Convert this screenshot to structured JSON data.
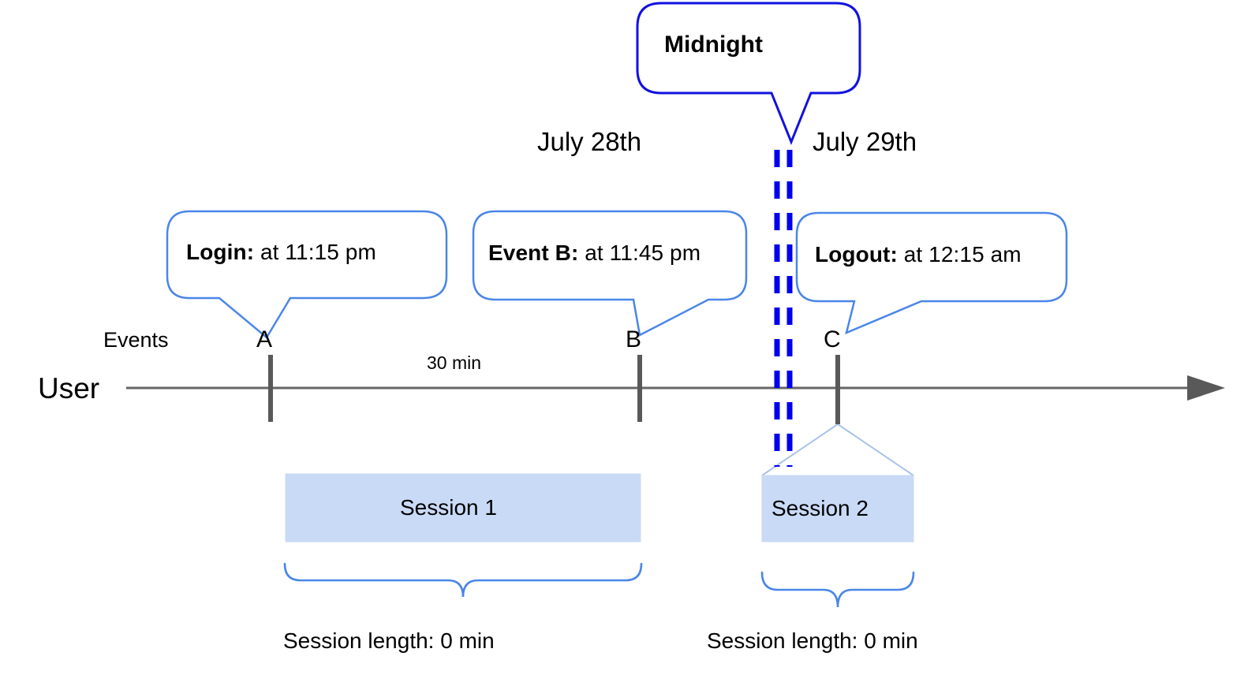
{
  "diagram": {
    "title": "Midnight session split timeline",
    "colors": {
      "midnight_blue": "#0000ee",
      "callout_blue": "#4a86e8",
      "session_fill": "#c9daf6",
      "session_edge": "#a9c3ea",
      "axis_gray": "#666666",
      "tick_gray": "#595959",
      "text_black": "#000000"
    }
  },
  "midnight_callout": {
    "label": "Midnight",
    "icon": "speech-bubble-icon"
  },
  "dates": {
    "left": "July 28th",
    "right": "July 29th"
  },
  "event_callouts": [
    {
      "id": "A",
      "bold": "Login:",
      "rest": " at 11:15 pm"
    },
    {
      "id": "B",
      "bold": "Event B:",
      "rest": " at 11:45 pm"
    },
    {
      "id": "C",
      "bold": "Logout:",
      "rest": " at 12:15 am"
    }
  ],
  "axis": {
    "events_label": "Events",
    "user_label": "User",
    "arrow_icon": "arrow-right-icon",
    "markers": [
      {
        "label": "A"
      },
      {
        "label": "B"
      },
      {
        "label": "C"
      }
    ],
    "interval_label": "30 min"
  },
  "sessions": [
    {
      "label": "Session 1",
      "length_label": "Session length: 0 min"
    },
    {
      "label": "Session 2",
      "length_label": "Session length: 0 min"
    }
  ]
}
